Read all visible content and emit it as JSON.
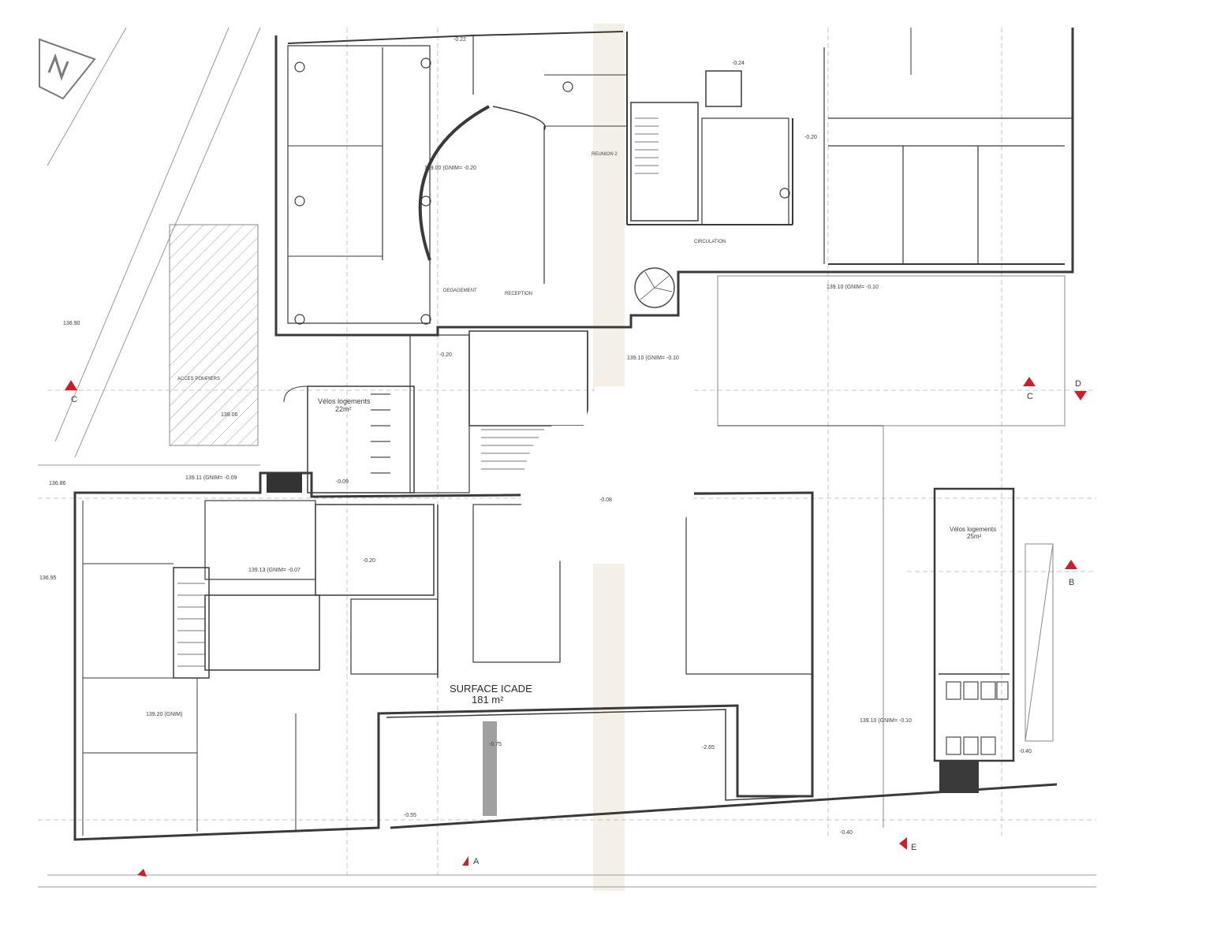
{
  "colors": {
    "line": "#3a3a3a",
    "thin": "#9a9a9a",
    "marker": "#cc1f2a",
    "hatch": "#9d9d9d",
    "paper": "#ffffff",
    "stain": "#e9e2d3"
  },
  "north_icon": "north-arrow-icon",
  "surface": {
    "title": "SURFACE ICADE",
    "area": "181 m²"
  },
  "levels": {
    "l1": "139.00 (GNIM= -0.20",
    "l2": "139.10 (GNIM= -0.10",
    "l3": "139.10 (GNIM= -0.10",
    "l4": "139.11 (GNIM= -0.09",
    "l5": "139.13 (GNIM= -0.07",
    "l6": "139.20 (GNIM)",
    "l7": "139.10 (GNIM= -0.10",
    "spot1": "136.90",
    "spot2": "139.06",
    "spot3": "136.86",
    "spot4": "136.95"
  },
  "dims": {
    "d1": "-0.20",
    "d2": "-0.22",
    "d3": "-0.24",
    "d4": "-0.20",
    "d5": "-0.08",
    "d6": "-0.09",
    "d7": "-0.75",
    "d8": "-2.65",
    "d9": "-0.55",
    "d10": "-0.40",
    "d11": "-0.40",
    "d12": "-0.20"
  },
  "rooms": {
    "velos1_name": "Vélos logements",
    "velos1_area": "22m²",
    "velos2_name": "Vélos logements",
    "velos2_area": "25m²",
    "acces": "ACCES POMPIERS",
    "circulation": "CIRCULATION",
    "reunion": "REUNION 2",
    "reception": "RECEPTION",
    "degagement": "DEGAGEMENT"
  },
  "sections": {
    "a": "A",
    "b": "B",
    "c_left": "C",
    "c_right": "C",
    "d": "D",
    "e": "E"
  }
}
